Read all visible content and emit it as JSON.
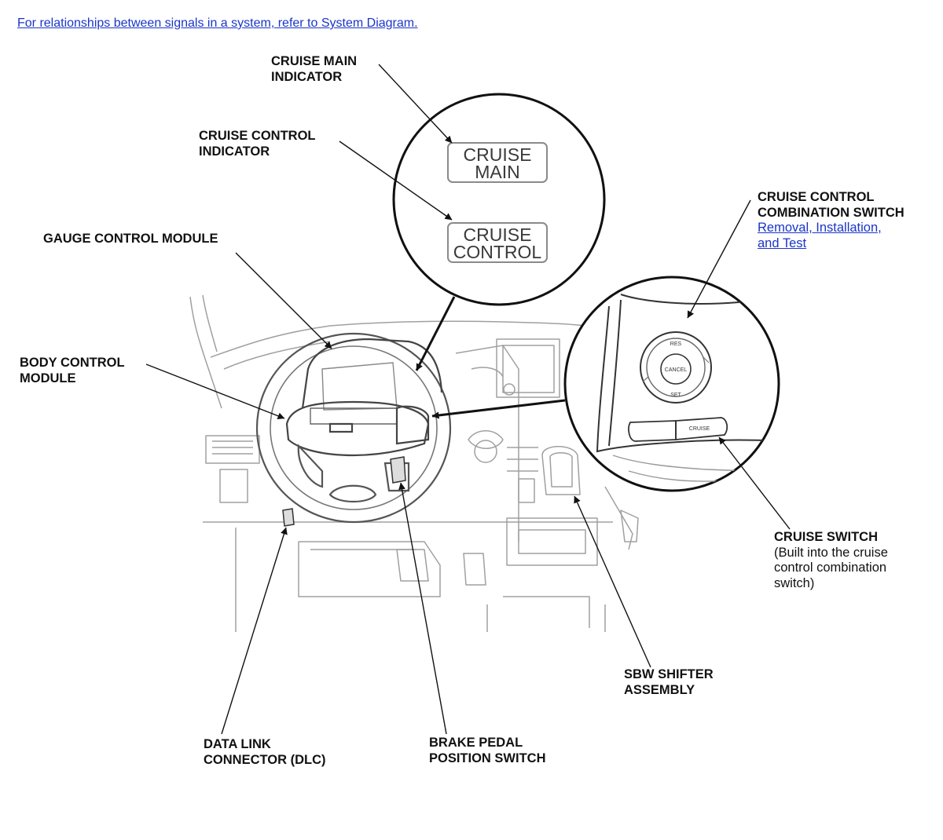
{
  "top_link": "For relationships between signals in a system, refer to System Diagram.",
  "indicators": {
    "main_line1": "CRUISE",
    "main_line2": "MAIN",
    "control_line1": "CRUISE",
    "control_line2": "CONTROL"
  },
  "switch_face": {
    "res": "RES",
    "cancel": "CANCEL",
    "set": "SET",
    "cruise_button": "CRUISE"
  },
  "labels": {
    "cruise_main_indicator": [
      "CRUISE MAIN",
      "INDICATOR"
    ],
    "cruise_control_indicator": [
      "CRUISE CONTROL",
      "INDICATOR"
    ],
    "gauge_control_module": "GAUGE CONTROL MODULE",
    "body_control_module": [
      "BODY CONTROL",
      "MODULE"
    ],
    "cruise_control_combination_switch": {
      "lines": [
        "CRUISE CONTROL",
        "COMBINATION SWITCH"
      ],
      "link_lines": [
        "Removal, Installation,",
        "and Test"
      ]
    },
    "cruise_switch": {
      "title": "CRUISE SWITCH",
      "note_lines": [
        "(Built into the cruise",
        "control combination",
        "switch)"
      ]
    },
    "sbw_shifter_assembly": [
      "SBW SHIFTER",
      "ASSEMBLY"
    ],
    "brake_pedal_position_switch": [
      "BRAKE PEDAL",
      "POSITION SWITCH"
    ],
    "data_link_connector": [
      "DATA LINK",
      "CONNECTOR (DLC)"
    ]
  },
  "colors": {
    "link": "#1a35c8",
    "line": "#111111",
    "drawing": "#9a9a9a"
  }
}
